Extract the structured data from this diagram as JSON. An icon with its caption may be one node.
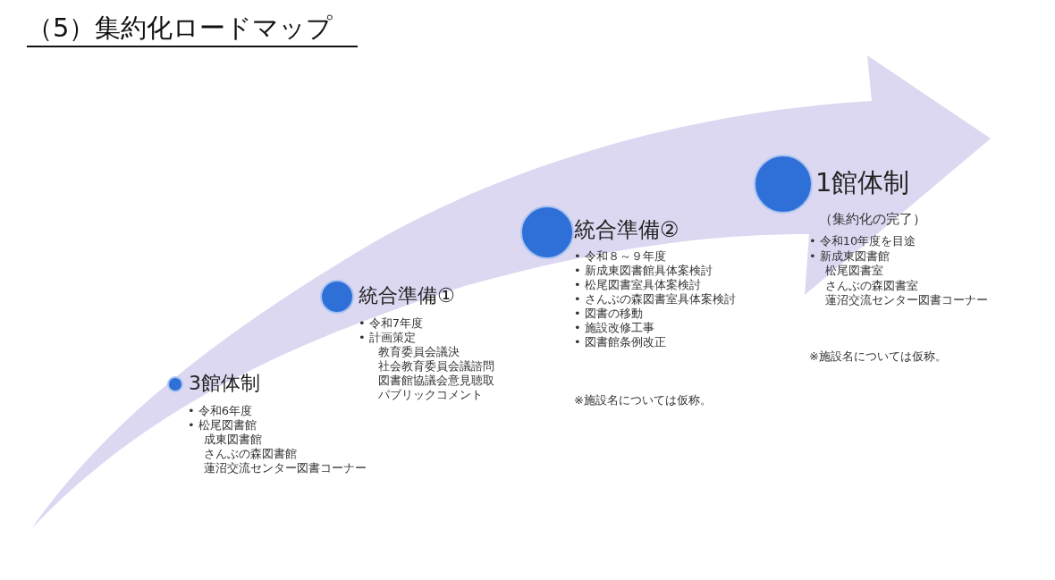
{
  "diagram": {
    "title": "（5）集約化ロードマップ",
    "nodes": [
      {
        "text": [],
        "shape": "circle",
        "beside": [
          "3館体制",
          "• 令和6年度",
          "• 松尾図書館",
          "成東図書館",
          "さんぶの森図書館",
          "蓮沼交流センター図書コーナー"
        ]
      },
      {
        "text": [],
        "shape": "circle",
        "beside": [
          "統合準備①",
          "• 令和7年度",
          "• 計画策定",
          "教育委員会議決",
          "社会教育委員会議諮問",
          "図書館協議会意見聴取",
          "パブリックコメント"
        ]
      },
      {
        "text": [],
        "shape": "circle",
        "beside": [
          "統合準備②",
          "• 令和８～９年度",
          "• 新成東図書館具体案検討",
          "• 松尾図書室具体案検討",
          "• さんぶの森図書室具体案検討",
          "• 図書の移動",
          "• 施設改修工事",
          "• 図書館条例改正",
          "※施設名については仮称。"
        ]
      },
      {
        "text": [],
        "shape": "circle",
        "beside": [
          "1館体制",
          "（集約化の完了）",
          "• 令和10年度を目途",
          "• 新成東図書館",
          "松尾図書室",
          "さんぶの森図書室",
          "蓮沼交流センター図書コーナー",
          "※施設名については仮称。"
        ]
      }
    ]
  }
}
